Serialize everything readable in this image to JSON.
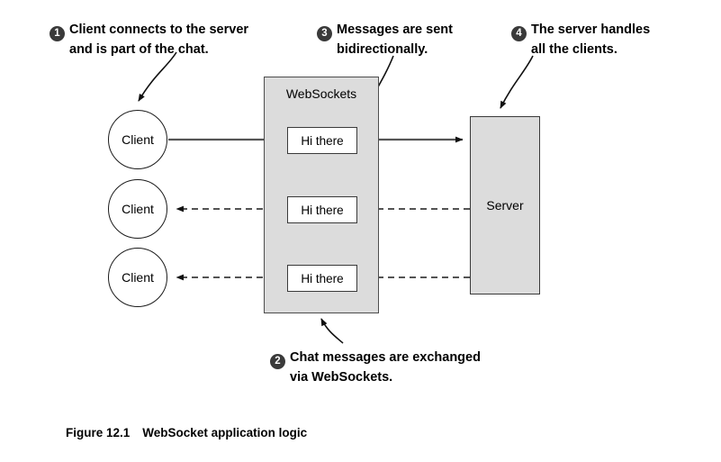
{
  "figure": {
    "caption_number": "Figure 12.1",
    "caption_title": "WebSocket application logic"
  },
  "callouts": [
    {
      "number": "1",
      "line1": "Client connects to the server",
      "line2": "and is part of the chat."
    },
    {
      "number": "2",
      "line1": "Chat messages are exchanged",
      "line2": "via WebSockets."
    },
    {
      "number": "3",
      "line1": "Messages are sent",
      "line2": "bidirectionally."
    },
    {
      "number": "4",
      "line1": "The server handles",
      "line2": "all the clients."
    }
  ],
  "diagram": {
    "websockets_label": "WebSockets",
    "server_label": "Server",
    "clients": [
      {
        "label": "Client"
      },
      {
        "label": "Client"
      },
      {
        "label": "Client"
      }
    ],
    "messages": [
      {
        "text": "Hi there"
      },
      {
        "text": "Hi there"
      },
      {
        "text": "Hi there"
      }
    ],
    "colors": {
      "panel_fill": "#dcdcdc",
      "panel_stroke": "#4d4d4d",
      "node_fill": "#ffffff",
      "node_stroke": "#1a1a1a",
      "server_fill": "#dcdcdc",
      "line": "#555555",
      "dashed_line": "#1a1a1a",
      "badge_fill": "#3a3a3a",
      "badge_text": "#ffffff"
    },
    "flows": [
      {
        "direction": "client-to-server",
        "style": "solid"
      },
      {
        "direction": "server-to-client",
        "style": "dashed"
      },
      {
        "direction": "server-to-client",
        "style": "dashed"
      }
    ]
  }
}
